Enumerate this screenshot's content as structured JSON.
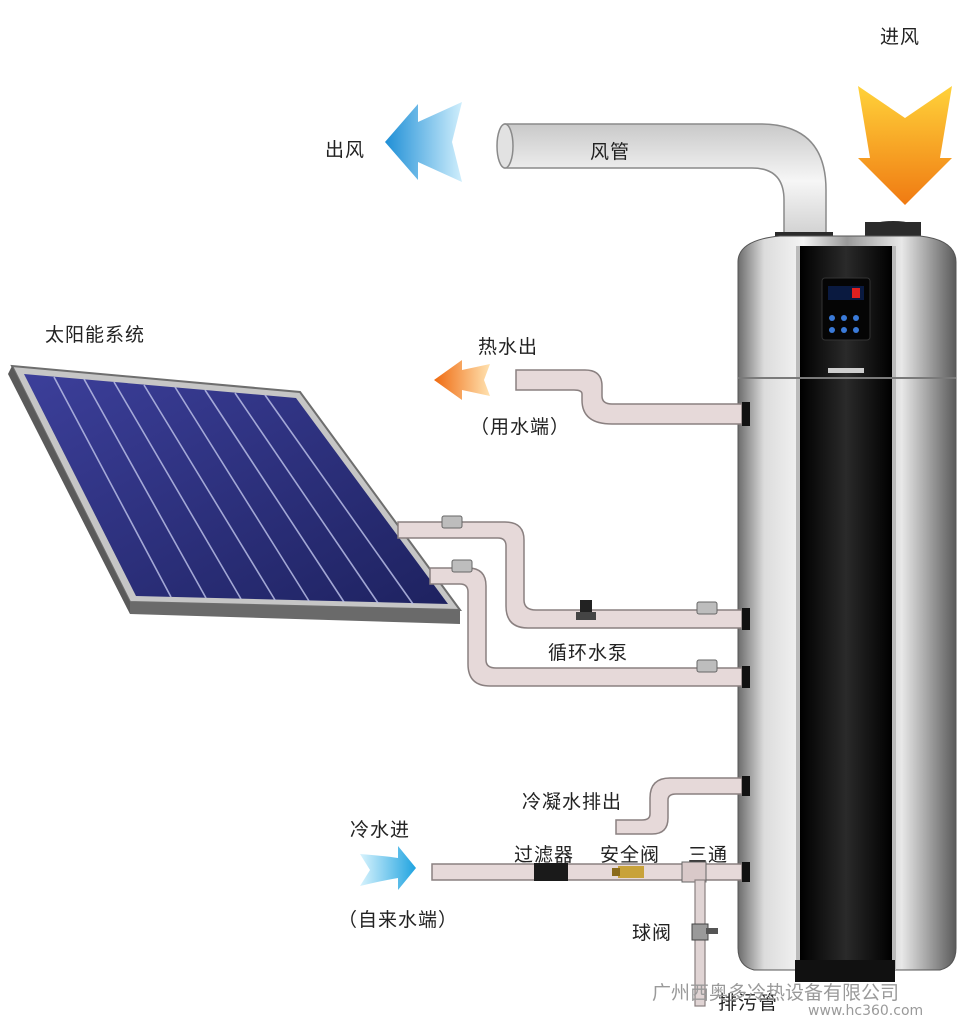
{
  "labels": {
    "air_in": "进风",
    "air_out": "出风",
    "duct": "风管",
    "solar_system": "太阳能系统",
    "hot_water_out": "热水出",
    "hot_water_use": "（用水端）",
    "circulation_pump": "循环水泵",
    "condensate_drain": "冷凝水排出",
    "cold_water_in": "冷水进",
    "tap_water": "（自来水端）",
    "filter": "过滤器",
    "safety_valve": "安全阀",
    "tee": "三通",
    "ball_valve": "球阀",
    "drain_pipe": "排污管"
  },
  "watermark": {
    "company": "广州西奥多冷热设备有限公司",
    "url": "www.hc360.com"
  },
  "colors": {
    "air_in_arrow": "#f5a623",
    "air_out_arrow": "#3aa7e0",
    "hot_arrow": "#f07a1a",
    "cold_arrow": "#35b3e6",
    "panel": "#2a2f7a",
    "tank_black": "#111111"
  }
}
